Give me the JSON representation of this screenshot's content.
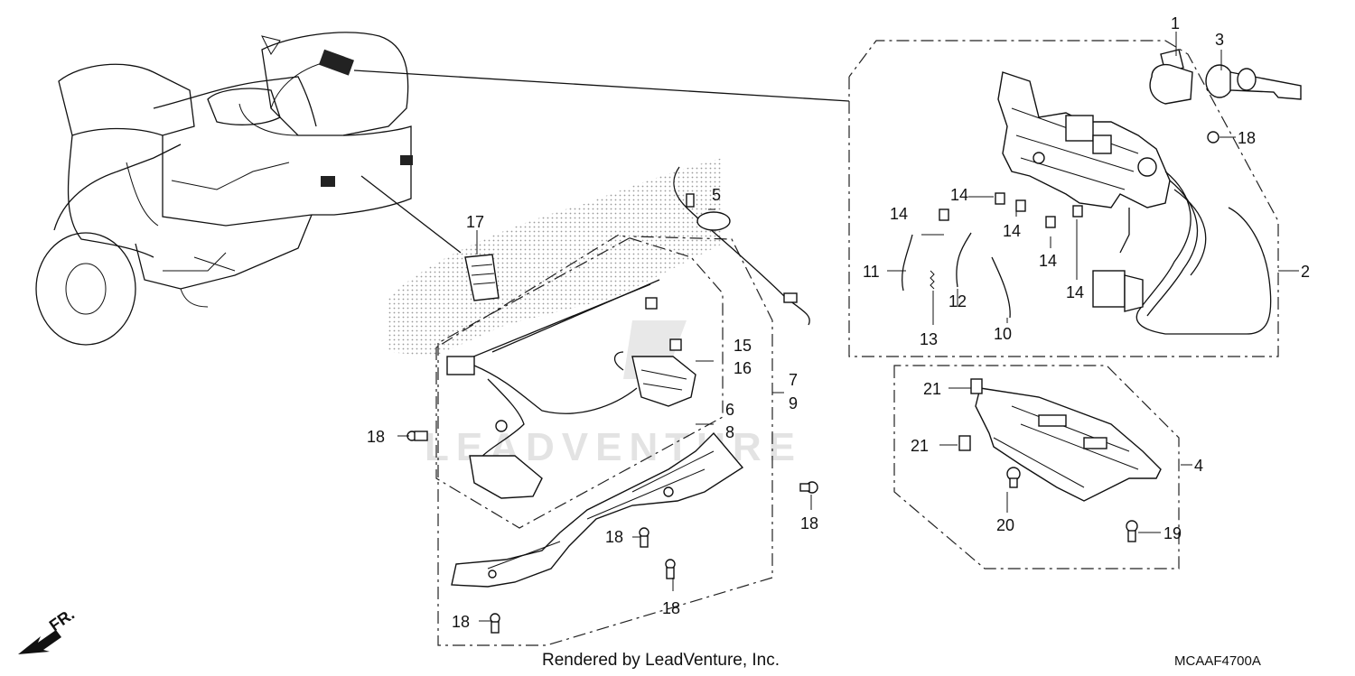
{
  "callouts": {
    "c1": "1",
    "c2": "2",
    "c3": "3",
    "c4": "4",
    "c5": "5",
    "c6": "6",
    "c7": "7",
    "c8": "8",
    "c9": "9",
    "c10": "10",
    "c11": "11",
    "c12": "12",
    "c13": "13",
    "c14a": "14",
    "c14b": "14",
    "c14c": "14",
    "c14d": "14",
    "c14e": "14",
    "c15": "15",
    "c16": "16",
    "c17": "17",
    "c18a": "18",
    "c18b": "18",
    "c18c": "18",
    "c18d": "18",
    "c18e": "18",
    "c18f": "18",
    "c19": "19",
    "c20": "20",
    "c21a": "21",
    "c21b": "21"
  },
  "footer": {
    "credit": "Rendered by LeadVenture, Inc.",
    "diagram_code": "MCAAF4700A",
    "front_label": "FR."
  },
  "watermark": {
    "text": "LEADVENTURE"
  }
}
